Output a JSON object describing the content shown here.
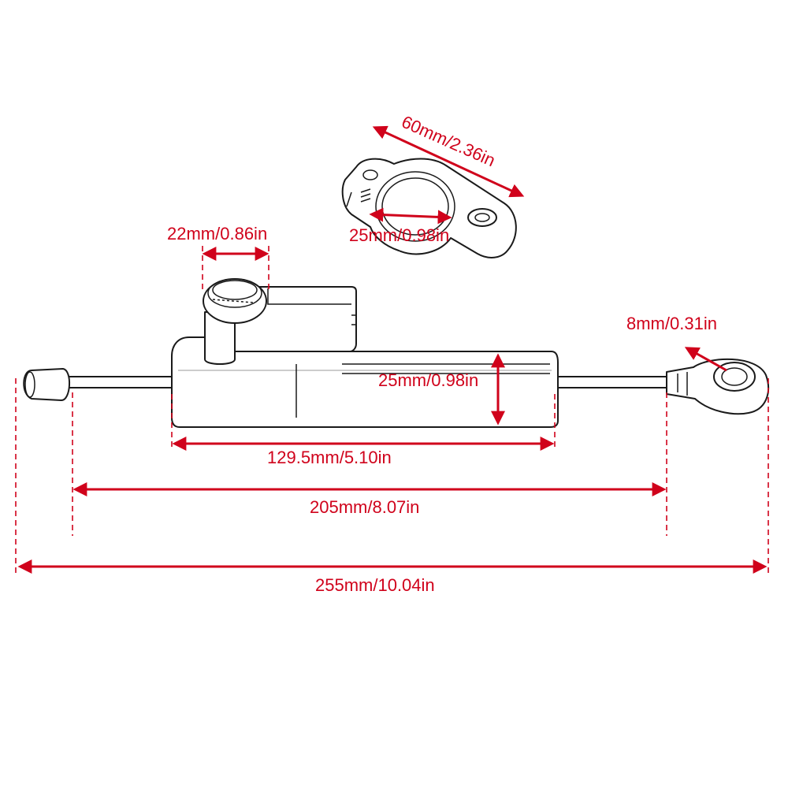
{
  "dimensions": {
    "clamp_length": "60mm/2.36in",
    "clamp_bore": "25mm/0.98in",
    "reservoir_width": "22mm/0.86in",
    "rod_end_bore": "8mm/0.31in",
    "body_diameter": "25mm/0.98in",
    "body_length": "129.5mm/5.10in",
    "eye_to_eye": "205mm/8.07in",
    "overall_length": "255mm/10.04in"
  },
  "colors": {
    "dimension": "#d0021b",
    "outline": "#1a1a1a",
    "background": "#ffffff"
  }
}
